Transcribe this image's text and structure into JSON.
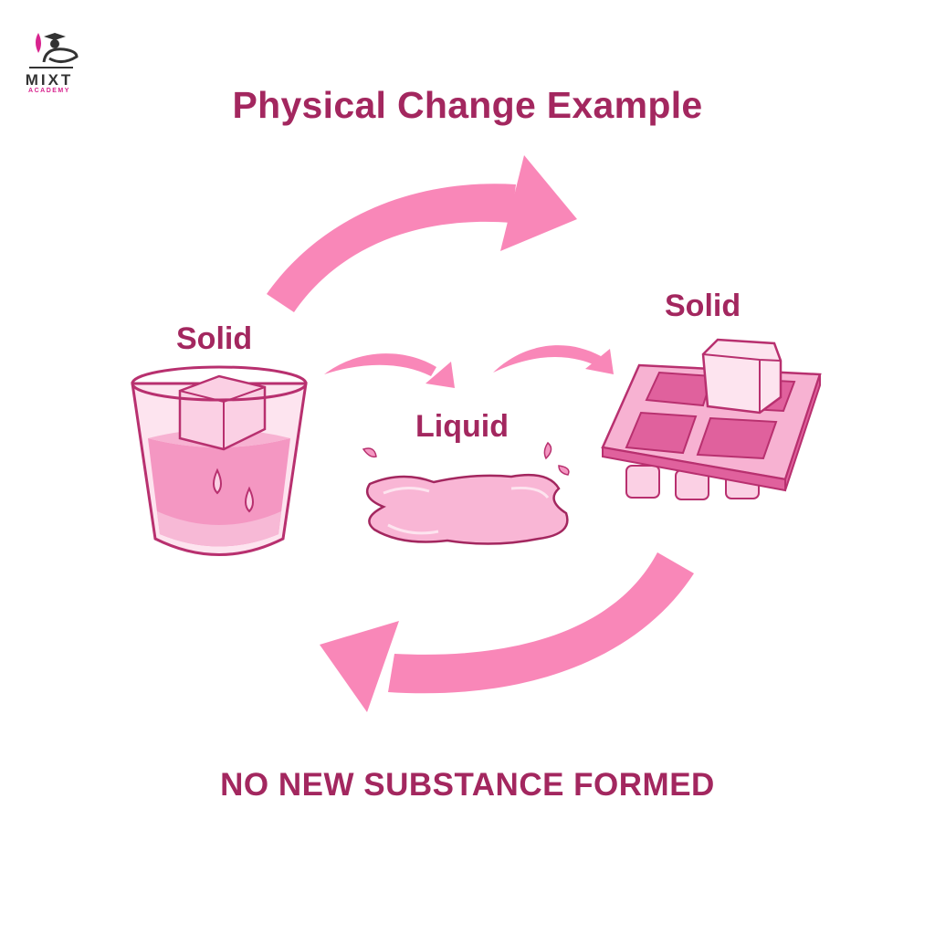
{
  "logo": {
    "main": "MIXT",
    "sub": "ACADEMY"
  },
  "title": "Physical Change Example",
  "stages": [
    {
      "label": "Solid",
      "object": "ice cube in glass of water"
    },
    {
      "label": "Liquid",
      "object": "puddle of water"
    },
    {
      "label": "Solid",
      "object": "ice cube on ice tray"
    }
  ],
  "footer": "NO NEW SUBSTANCE FORMED",
  "colors": {
    "text": "#a3275f",
    "arrow": "#f987b8",
    "pink_light": "#fbd0e4",
    "pink_mid": "#f497c2",
    "pink_dark": "#e0619d",
    "outline": "#b8306f"
  }
}
